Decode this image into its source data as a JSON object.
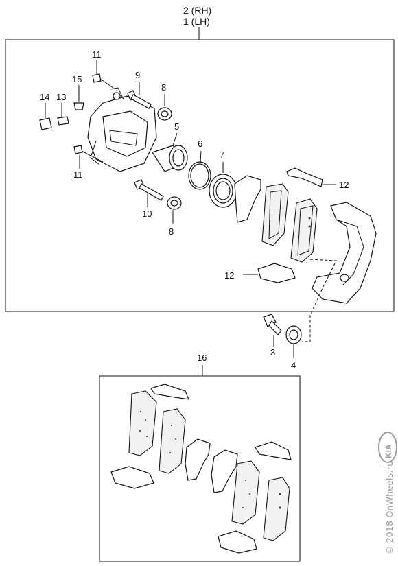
{
  "diagram": {
    "assembly_labels": {
      "rh": "2 (RH)",
      "lh": "1 (LH)"
    },
    "callouts": {
      "p11_top": "11",
      "p15": "15",
      "p14": "14",
      "p13": "13",
      "p9": "9",
      "p8_top": "8",
      "p5": "5",
      "p6": "6",
      "p7": "7",
      "p12_top": "12",
      "p11_bottom": "11",
      "p10": "10",
      "p8_bottom": "8",
      "p12_bottom": "12",
      "p3": "3",
      "p4": "4",
      "p16": "16"
    },
    "watermark": "© 2018 OnWheels.ru",
    "logo_text": "KIA"
  }
}
